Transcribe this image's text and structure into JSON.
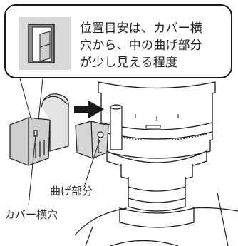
{
  "callout": {
    "lines": [
      "位置目安は、カバー横",
      "穴から、中の曲げ部分",
      "が少し見える程度"
    ]
  },
  "labels": {
    "bend": "曲げ部分",
    "cover_hole": "カバー横穴"
  },
  "colors": {
    "outline": "#1a1a1a",
    "gray_fill": "#cfcfcf",
    "dark_gray": "#6e6e6e",
    "arrow": "#1a1a1a"
  }
}
